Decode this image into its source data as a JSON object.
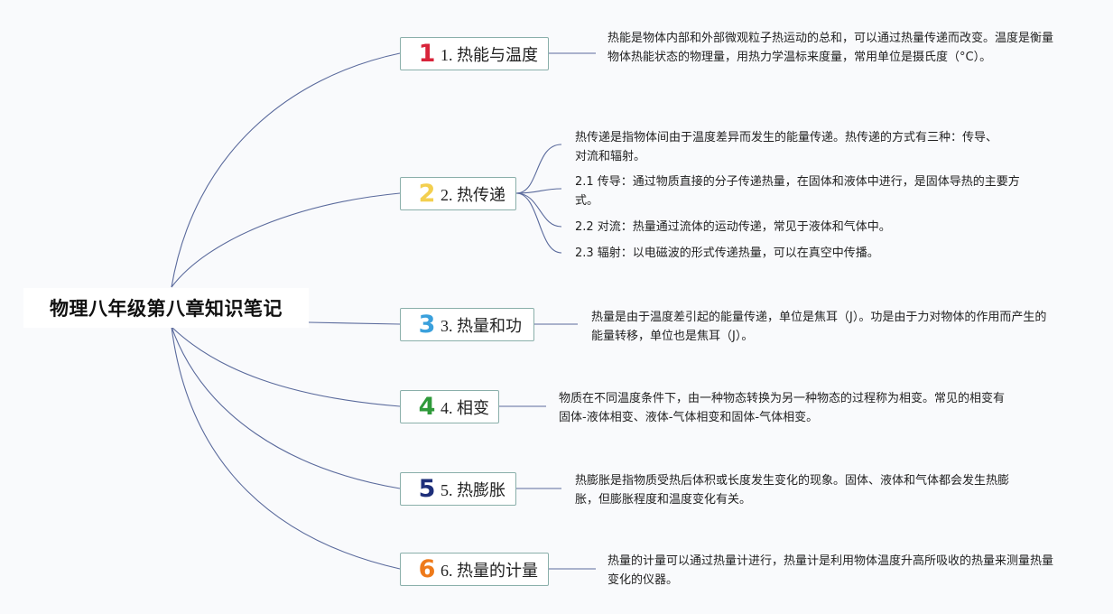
{
  "title": "物理八年级第八章知识笔记",
  "colors": {
    "line": "#5a6a9c",
    "topic_border": "#8aafaa",
    "n1": "#d8243a",
    "n2": "#f3cf4f",
    "n3": "#3aa0dc",
    "n4": "#2f9a3a",
    "n5": "#1e2f7a",
    "n6": "#ee7a1a"
  },
  "topics": [
    {
      "num": "1",
      "label": "1. 热能与温度",
      "notes": [
        "热能是物体内部和外部微观粒子热运动的总和，可以通过热量传递而改变。温度是衡量物体热能状态的物理量，用热力学温标来度量，常用单位是摄氏度（°C）。"
      ]
    },
    {
      "num": "2",
      "label": "2. 热传递",
      "notes": [
        "热传递是指物体间由于温度差异而发生的能量传递。热传递的方式有三种：传导、对流和辐射。",
        "2.1 传导：通过物质直接的分子传递热量，在固体和液体中进行，是固体导热的主要方式。",
        "2.2 对流：热量通过流体的运动传递，常见于液体和气体中。",
        "2.3 辐射：以电磁波的形式传递热量，可以在真空中传播。"
      ]
    },
    {
      "num": "3",
      "label": "3. 热量和功",
      "notes": [
        "热量是由于温度差引起的能量传递，单位是焦耳（J）。功是由于力对物体的作用而产生的能量转移，单位也是焦耳（J）。"
      ]
    },
    {
      "num": "4",
      "label": "4. 相变",
      "notes": [
        "物质在不同温度条件下，由一种物态转换为另一种物态的过程称为相变。常见的相变有固体-液体相变、液体-气体相变和固体-气体相变。"
      ]
    },
    {
      "num": "5",
      "label": "5. 热膨胀",
      "notes": [
        "热膨胀是指物质受热后体积或长度发生变化的现象。固体、液体和气体都会发生热膨胀，但膨胀程度和温度变化有关。"
      ]
    },
    {
      "num": "6",
      "label": "6. 热量的计量",
      "notes": [
        "热量的计量可以通过热量计进行，热量计是利用物体温度升高所吸收的热量来测量热量变化的仪器。"
      ]
    }
  ]
}
